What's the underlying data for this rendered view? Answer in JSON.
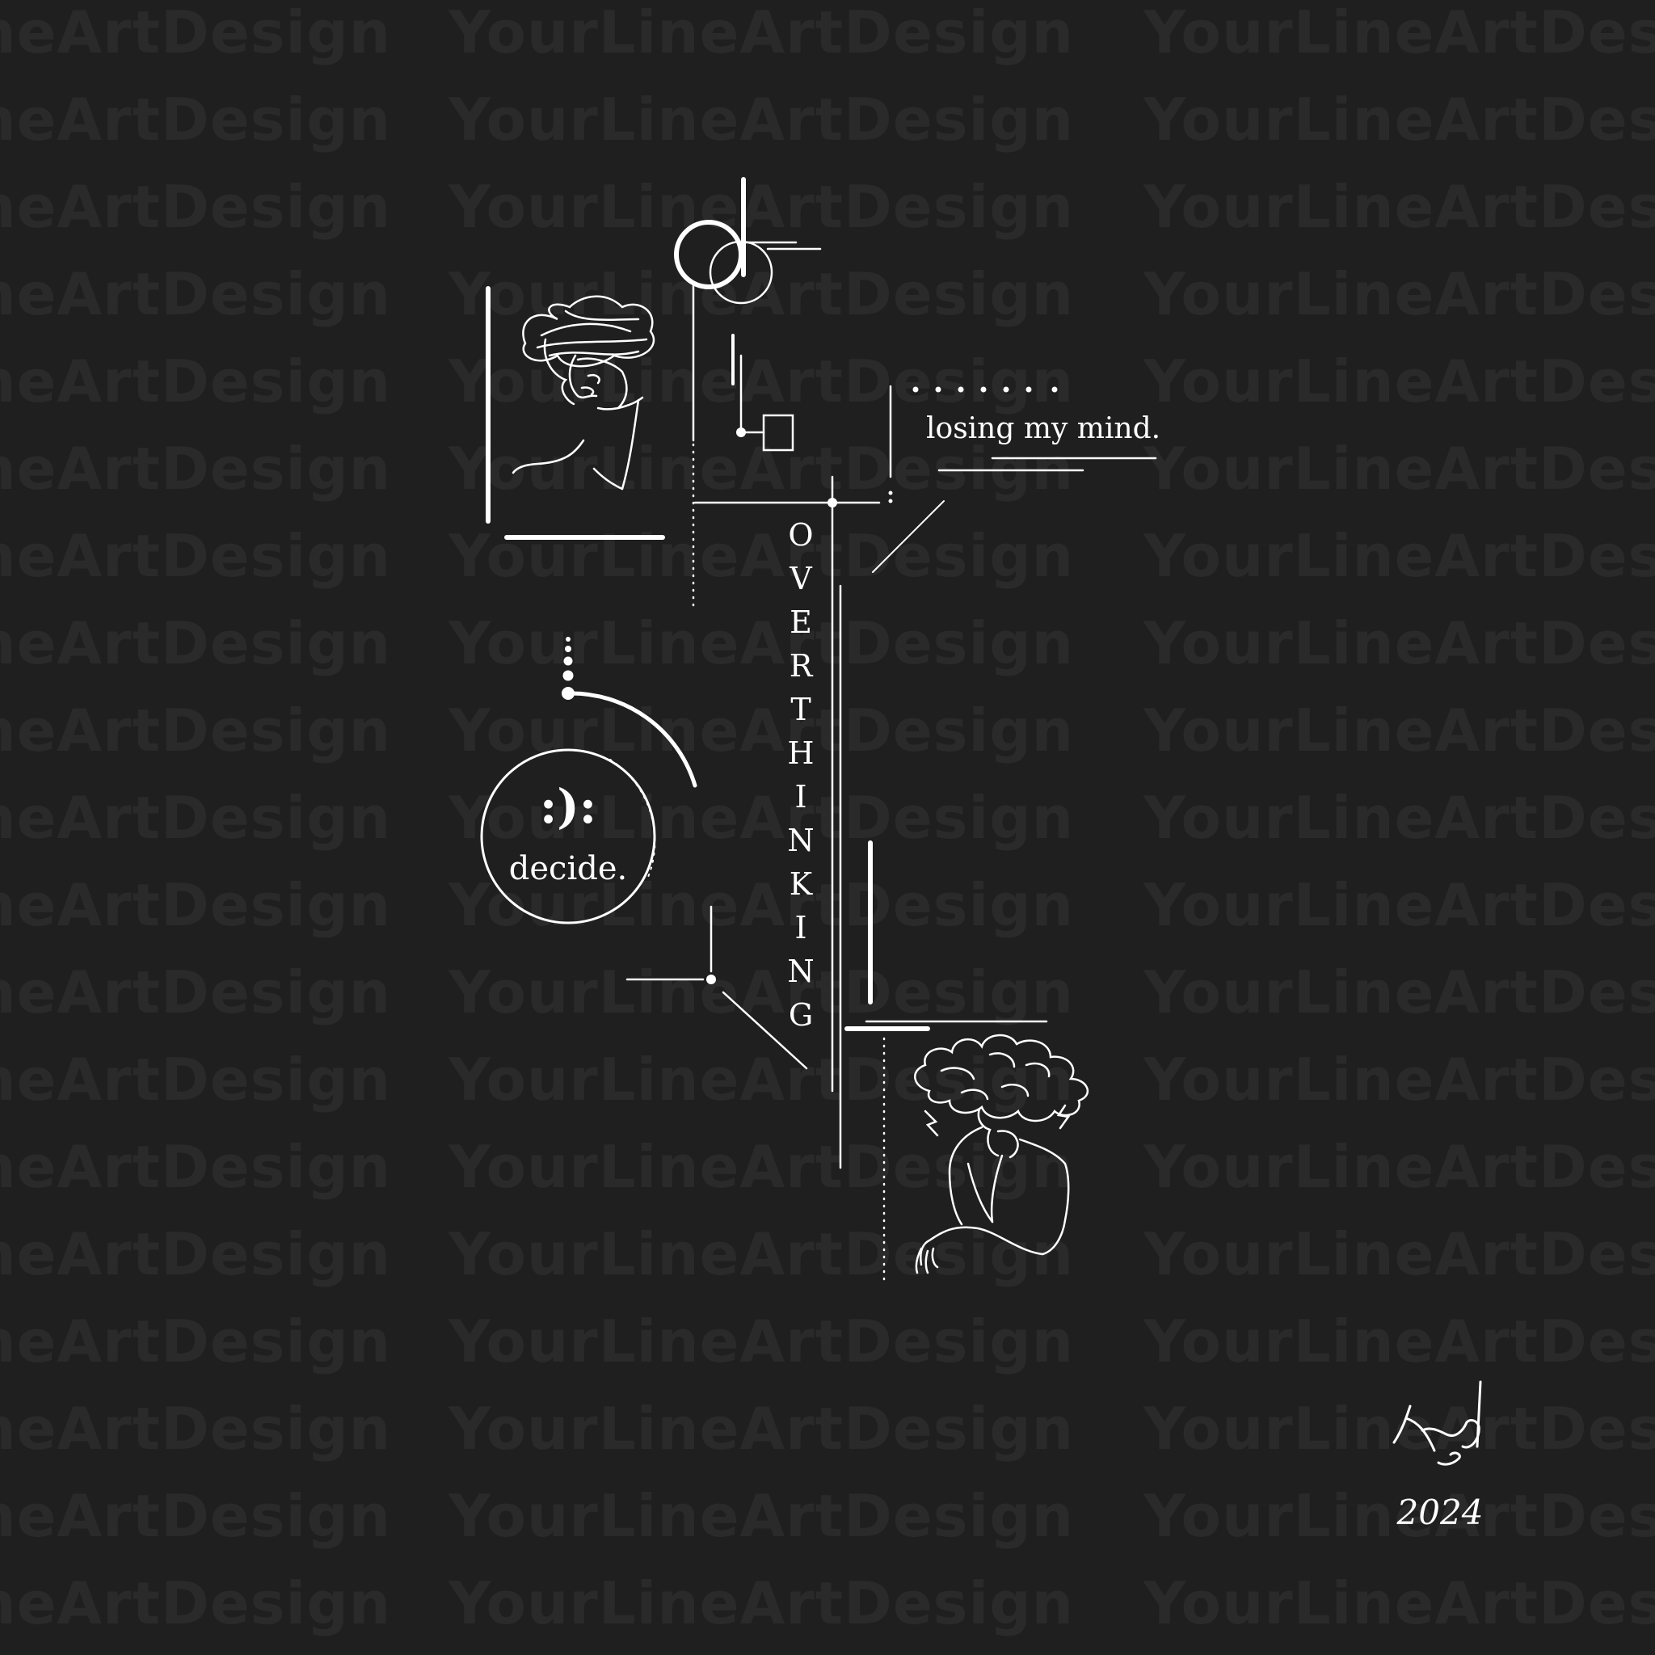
{
  "watermark": "YourLineArtDesign",
  "phrase_top": "losing my mind.",
  "phrase_vertical": "OVERTHINKING",
  "circle_text": "decide.",
  "face_symbol": ":):",
  "signature": {
    "year": "2024"
  },
  "colors": {
    "background": "#1f1f1f",
    "ink": "#ffffff",
    "watermark": "#2a2a2a"
  }
}
